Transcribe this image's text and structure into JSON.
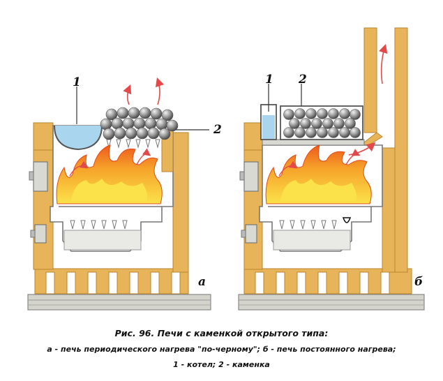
{
  "labels": {
    "a_kettle": "1",
    "a_stones": "2",
    "b_kettle": "1",
    "b_stones": "2",
    "a_letter": "а",
    "b_letter": "б"
  },
  "caption": {
    "title": "Рис. 96. Печи с каменкой открытого типа:",
    "line2": "а - печь периодического нагрева \"по-черному\"; б - печь постоянного нагрева;",
    "line3": "1 - котел; 2 - каменка"
  },
  "colors": {
    "brick": "#e8b45a",
    "brick_edge": "#b8852e",
    "metal": "#d9d9d4",
    "metal_edge": "#777777",
    "flame_outer": "#f0641e",
    "flame_inner": "#fbe24a",
    "water": "#a9d6ee",
    "stone": "#8a8a8a",
    "arrow": "#e24a4a",
    "base": "#d4d4cc"
  }
}
